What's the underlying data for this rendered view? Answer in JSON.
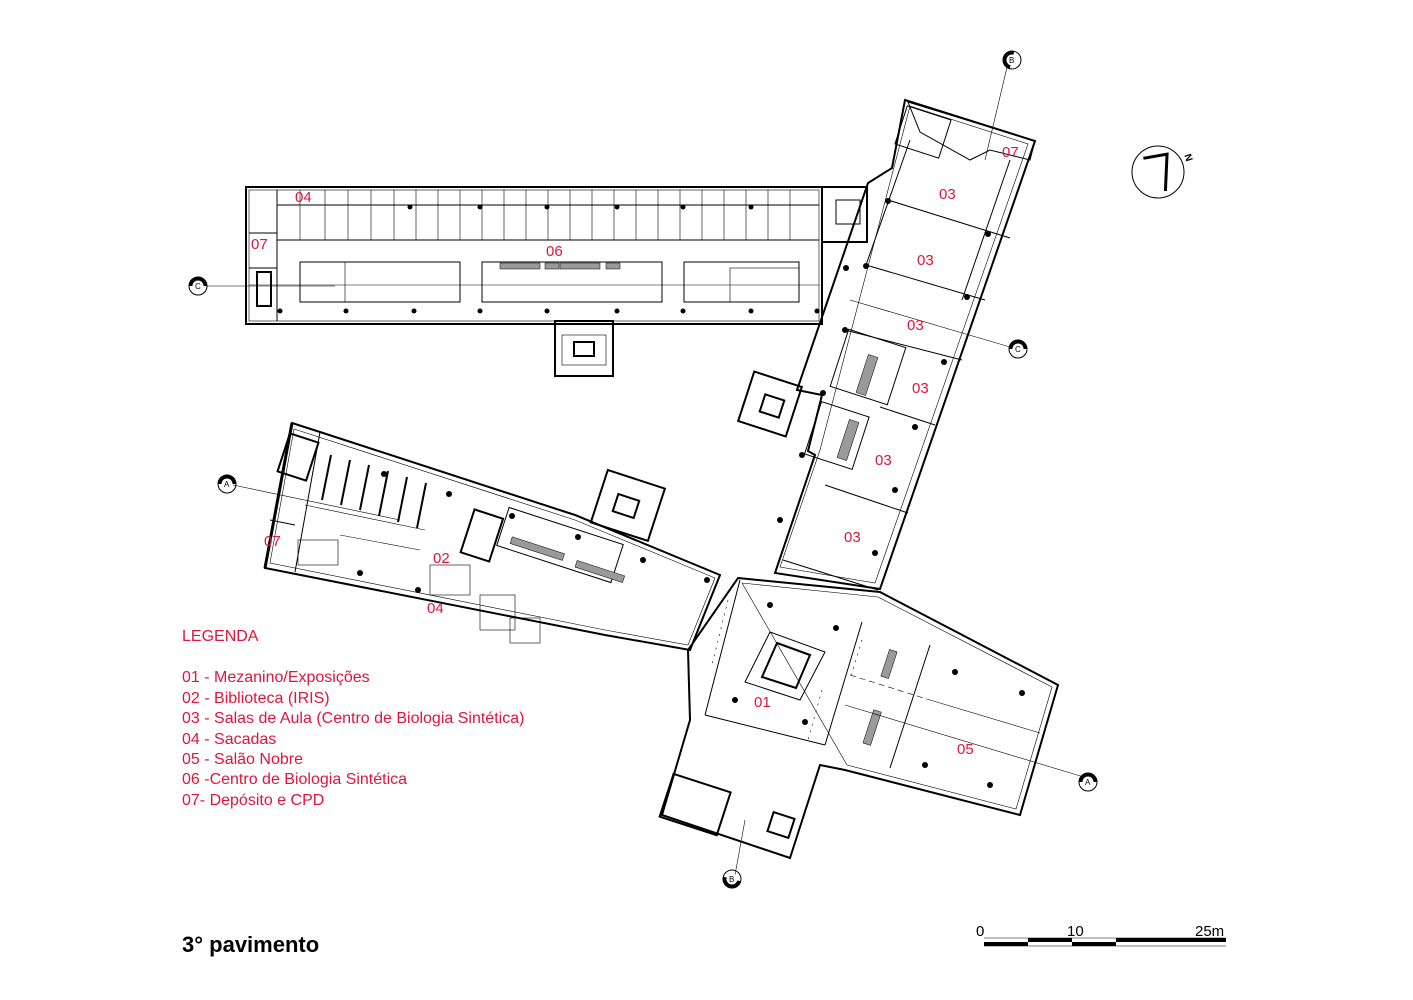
{
  "drawing": {
    "title": "3° pavimento",
    "accent_color": "#e0143c",
    "line_color": "#000000"
  },
  "room_labels": [
    {
      "id": "04-top",
      "text": "04"
    },
    {
      "id": "07-left",
      "text": "07"
    },
    {
      "id": "06",
      "text": "06"
    },
    {
      "id": "07-top-right",
      "text": "07"
    },
    {
      "id": "03-a",
      "text": "03"
    },
    {
      "id": "03-b",
      "text": "03"
    },
    {
      "id": "03-c",
      "text": "03"
    },
    {
      "id": "03-d",
      "text": "03"
    },
    {
      "id": "03-e",
      "text": "03"
    },
    {
      "id": "03-f",
      "text": "03"
    },
    {
      "id": "07-lib",
      "text": "07"
    },
    {
      "id": "02",
      "text": "02"
    },
    {
      "id": "04-lib",
      "text": "04"
    },
    {
      "id": "01",
      "text": "01"
    },
    {
      "id": "05",
      "text": "05"
    }
  ],
  "section_markers": [
    {
      "id": "B-top",
      "letter": "B"
    },
    {
      "id": "C-left",
      "letter": "C"
    },
    {
      "id": "C-right",
      "letter": "C"
    },
    {
      "id": "A-left",
      "letter": "A"
    },
    {
      "id": "A-right",
      "letter": "A"
    },
    {
      "id": "B-bottom",
      "letter": "B"
    }
  ],
  "north_arrow": {
    "letter": "N",
    "icon": "north-arrow-icon"
  },
  "legend": {
    "title": "LEGENDA",
    "items": [
      "01 - Mezanino/Exposições",
      "02 - Biblioteca (IRIS)",
      "03 - Salas de Aula (Centro de Biologia Sintética)",
      "04 - Sacadas",
      "05 - Salão Nobre",
      "06 -Centro de Biologia Sintética",
      "07- Depósito e CPD"
    ]
  },
  "scale_bar": {
    "labels": [
      "0",
      "10",
      "25m"
    ]
  }
}
